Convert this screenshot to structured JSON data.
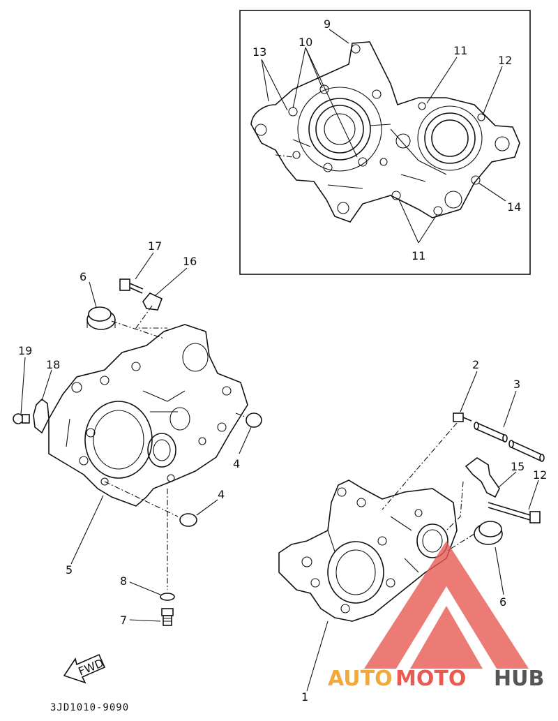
{
  "diagram": {
    "code": "3JD1010-9090",
    "fwd_label": "FWD",
    "callouts": {
      "c1": "1",
      "c2": "2",
      "c3": "3",
      "c4a": "4",
      "c4b": "4",
      "c5": "5",
      "c6a": "6",
      "c6b": "6",
      "c7": "7",
      "c8": "8",
      "c9": "9",
      "c10": "10",
      "c11a": "11",
      "c11b": "11",
      "c12a": "12",
      "c12b": "12",
      "c13": "13",
      "c14": "14",
      "c15": "15",
      "c16": "16",
      "c17": "17",
      "c18": "18",
      "c19": "19"
    }
  },
  "watermark": {
    "auto": "AUTO",
    "moto": "MOTO",
    "hub": "HUB",
    "colors": {
      "auto": "#f2a93b",
      "moto": "#e85a52",
      "hub": "#555555"
    }
  }
}
